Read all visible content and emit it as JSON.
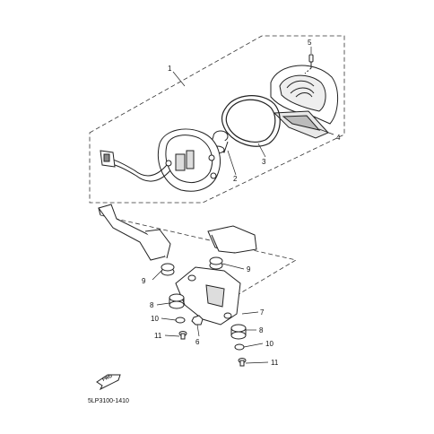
{
  "diagram": {
    "callouts": [
      "1",
      "2",
      "3",
      "4",
      "5",
      "6",
      "7",
      "8",
      "8",
      "9",
      "9",
      "10",
      "10",
      "11",
      "11"
    ],
    "drawing_code": "5LP3100-1410",
    "fwd_label": "FWD"
  },
  "colors": {
    "line": "#222222",
    "paper": "#ffffff"
  }
}
